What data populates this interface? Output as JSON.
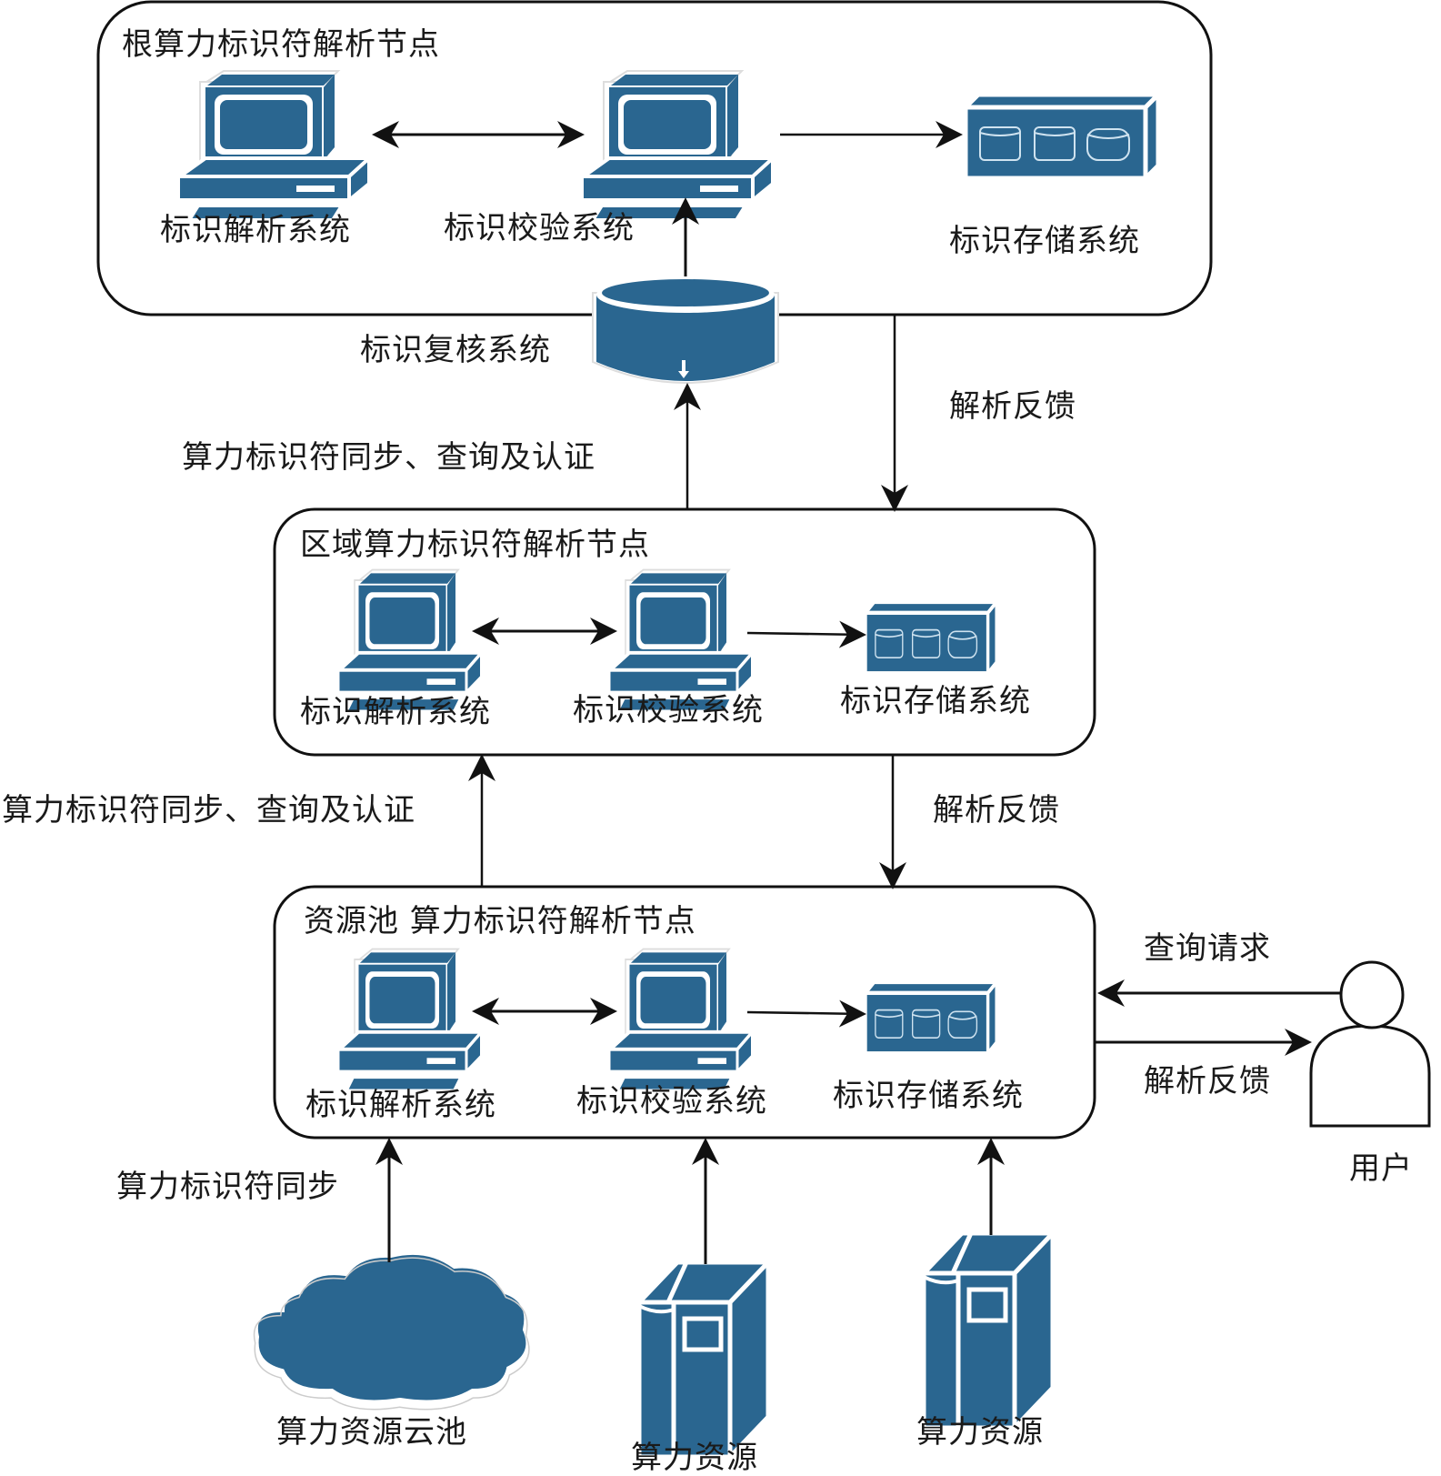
{
  "colors": {
    "icon_fill": "#2a6690",
    "line": "#111111",
    "background": "#ffffff"
  },
  "nodes": {
    "root": {
      "title": "根算力标识符解析节点",
      "systems": {
        "resolution": "标识解析系统",
        "verification": "标识校验系统",
        "storage": "标识存储系统",
        "review": "标识复核系统"
      }
    },
    "regional": {
      "title": "区域算力标识符解析节点",
      "systems": {
        "resolution": "标识解析系统",
        "verification": "标识校验系统",
        "storage": "标识存储系统"
      }
    },
    "resource_pool": {
      "title": "资源池 算力标识符解析节点",
      "systems": {
        "resolution": "标识解析系统",
        "verification": "标识校验系统",
        "storage": "标识存储系统"
      }
    }
  },
  "edges": {
    "regional_to_root": "算力标识符同步、查询及认证",
    "root_to_regional": "解析反馈",
    "pool_to_regional": "算力标识符同步、查询及认证",
    "regional_to_pool": "解析反馈",
    "cloud_to_pool": "算力标识符同步",
    "user_to_pool": "查询请求",
    "pool_to_user": "解析反馈"
  },
  "sources": {
    "cloud_pool": "算力资源云池",
    "resource_1": "算力资源",
    "resource_2": "算力资源"
  },
  "user": {
    "label": "用户"
  },
  "icons": [
    "computer-icon",
    "storage-array-icon",
    "database-cylinder-icon",
    "cloud-icon",
    "server-tower-icon",
    "user-icon"
  ]
}
